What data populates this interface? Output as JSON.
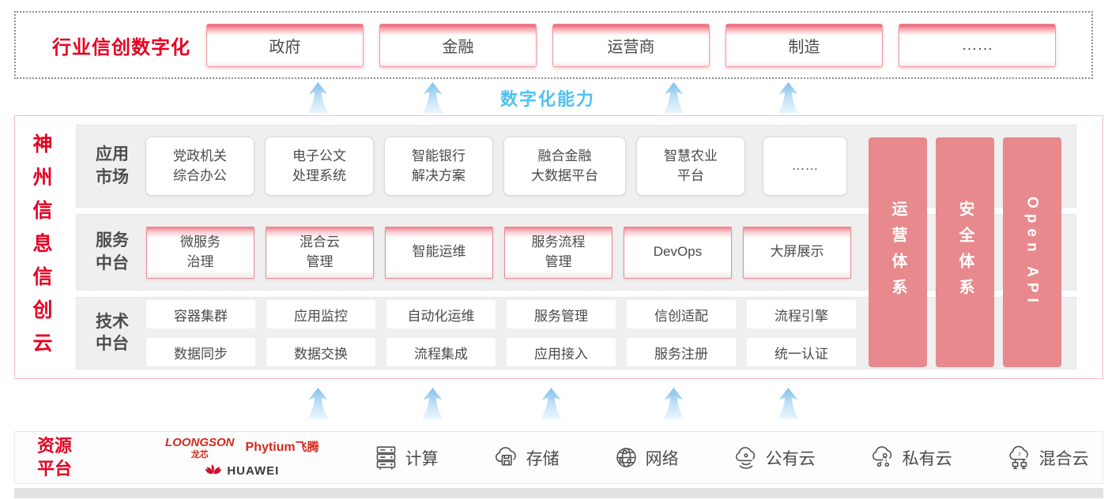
{
  "top_banner": {
    "label": "行业信创数字化",
    "industries": [
      "政府",
      "金融",
      "运营商",
      "制造",
      "……"
    ]
  },
  "capability_label": "数字化能力",
  "cloud_platform": {
    "side_label": "神州信息信创云",
    "rows": [
      {
        "label": "应用\n市场",
        "items": [
          "党政机关\n综合办公",
          "电子公文\n处理系统",
          "智能银行\n解决方案",
          "融合金融\n大数据平台",
          "智慧农业\n平台",
          "……"
        ]
      },
      {
        "label": "服务\n中台",
        "items": [
          "微服务\n治理",
          "混合云\n管理",
          "智能运维",
          "服务流程\n管理",
          "DevOps",
          "大屏展示"
        ]
      },
      {
        "label": "技术\n中台",
        "items_row1": [
          "容器集群",
          "应用监控",
          "自动化运维",
          "服务管理",
          "信创适配",
          "流程引擎"
        ],
        "items_row2": [
          "数据同步",
          "数据交换",
          "流程集成",
          "应用接入",
          "服务注册",
          "统一认证"
        ]
      }
    ],
    "pillars": [
      "运营体系",
      "安全体系",
      "Open API"
    ]
  },
  "resource_platform": {
    "label": "资源\n平台",
    "vendors": {
      "loongson": {
        "name": "LOONGSON",
        "sub": "龙芯"
      },
      "phytium": {
        "name": "Phytium",
        "sub": "飞腾"
      },
      "huawei": {
        "name": "HUAWEI"
      }
    },
    "items": [
      {
        "icon": "compute-server-icon",
        "label": "计算"
      },
      {
        "icon": "storage-cloud-icon",
        "label": "存储"
      },
      {
        "icon": "network-globe-icon",
        "label": "网络"
      },
      {
        "icon": "public-cloud-icon",
        "label": "公有云"
      },
      {
        "icon": "private-cloud-icon",
        "label": "私有云"
      },
      {
        "icon": "hybrid-cloud-icon",
        "label": "混合云"
      }
    ]
  },
  "colors": {
    "brand_red": "#e60021",
    "capability_blue": "#4fc1f2",
    "pillar_pink": "#e8898d",
    "logo_red": "#d02c22",
    "box_border_pink": "#e98a95"
  }
}
